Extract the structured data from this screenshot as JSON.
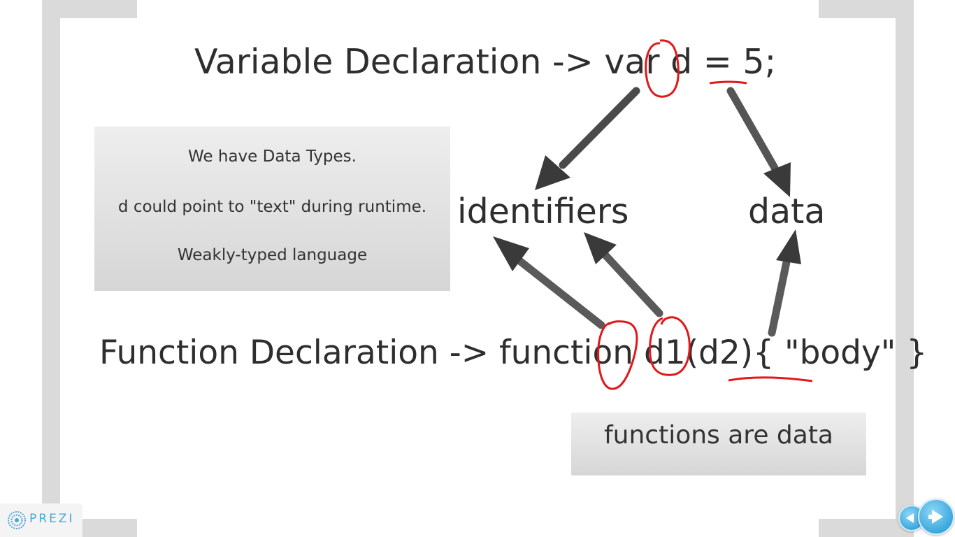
{
  "slide": {
    "variable_declaration": "Variable Declaration ->  var d = 5;",
    "function_declaration": "Function Declaration ->  function d1(d2){ \"body\" }",
    "label_identifiers": "identifiers",
    "label_data": "data"
  },
  "notes": {
    "types_box": [
      "We have Data Types.",
      "d could point to \"text\" during runtime.",
      "Weakly-typed language"
    ],
    "functions_box": "functions are data"
  },
  "branding": {
    "logo_text": "PREZI",
    "logo_icon": "prezi-logo-icon"
  },
  "navigation": {
    "prev_icon": "arrow-left-icon",
    "next_icon": "arrow-right-icon"
  },
  "colors": {
    "annotation": "#e0181b",
    "arrow": "#3a3a3a",
    "accent": "#3ba8de"
  }
}
